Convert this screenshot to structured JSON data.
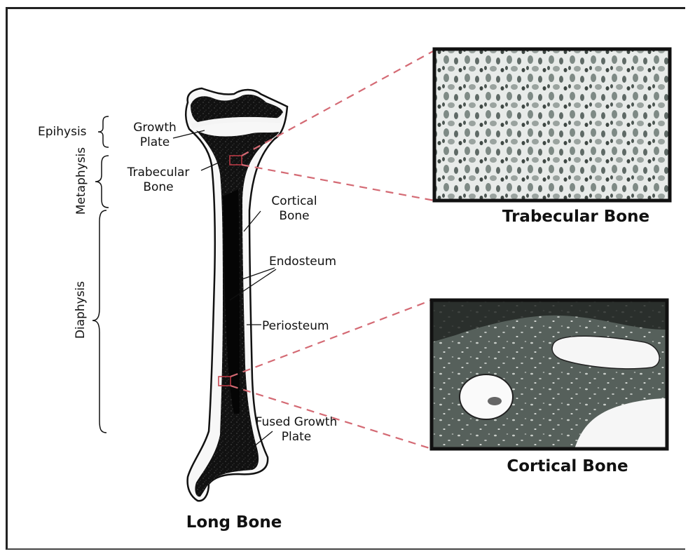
{
  "labels": {
    "epiphysis": "Epihysis",
    "metaphysis": "Metaphysis",
    "diaphysis": "Diaphysis",
    "growth_plate_1": "Growth",
    "growth_plate_2": "Plate",
    "trabecular_1": "Trabecular",
    "trabecular_2": "Bone",
    "cortical_1": "Cortical",
    "cortical_2": "Bone",
    "endosteum": "Endosteum",
    "periosteum": "Periosteum",
    "fused_1": "Fused Growth",
    "fused_2": "Plate"
  },
  "captions": {
    "long_bone": "Long Bone",
    "trabecular_bone": "Trabecular Bone",
    "cortical_bone": "Cortical Bone"
  },
  "colors": {
    "bone_dark": "#0d0d0d",
    "zoom_line": "#d46a74",
    "zoom_box": "#c43c48",
    "trabecular_bg": "#e9ecea",
    "cortical_bg": "#4d5551"
  }
}
